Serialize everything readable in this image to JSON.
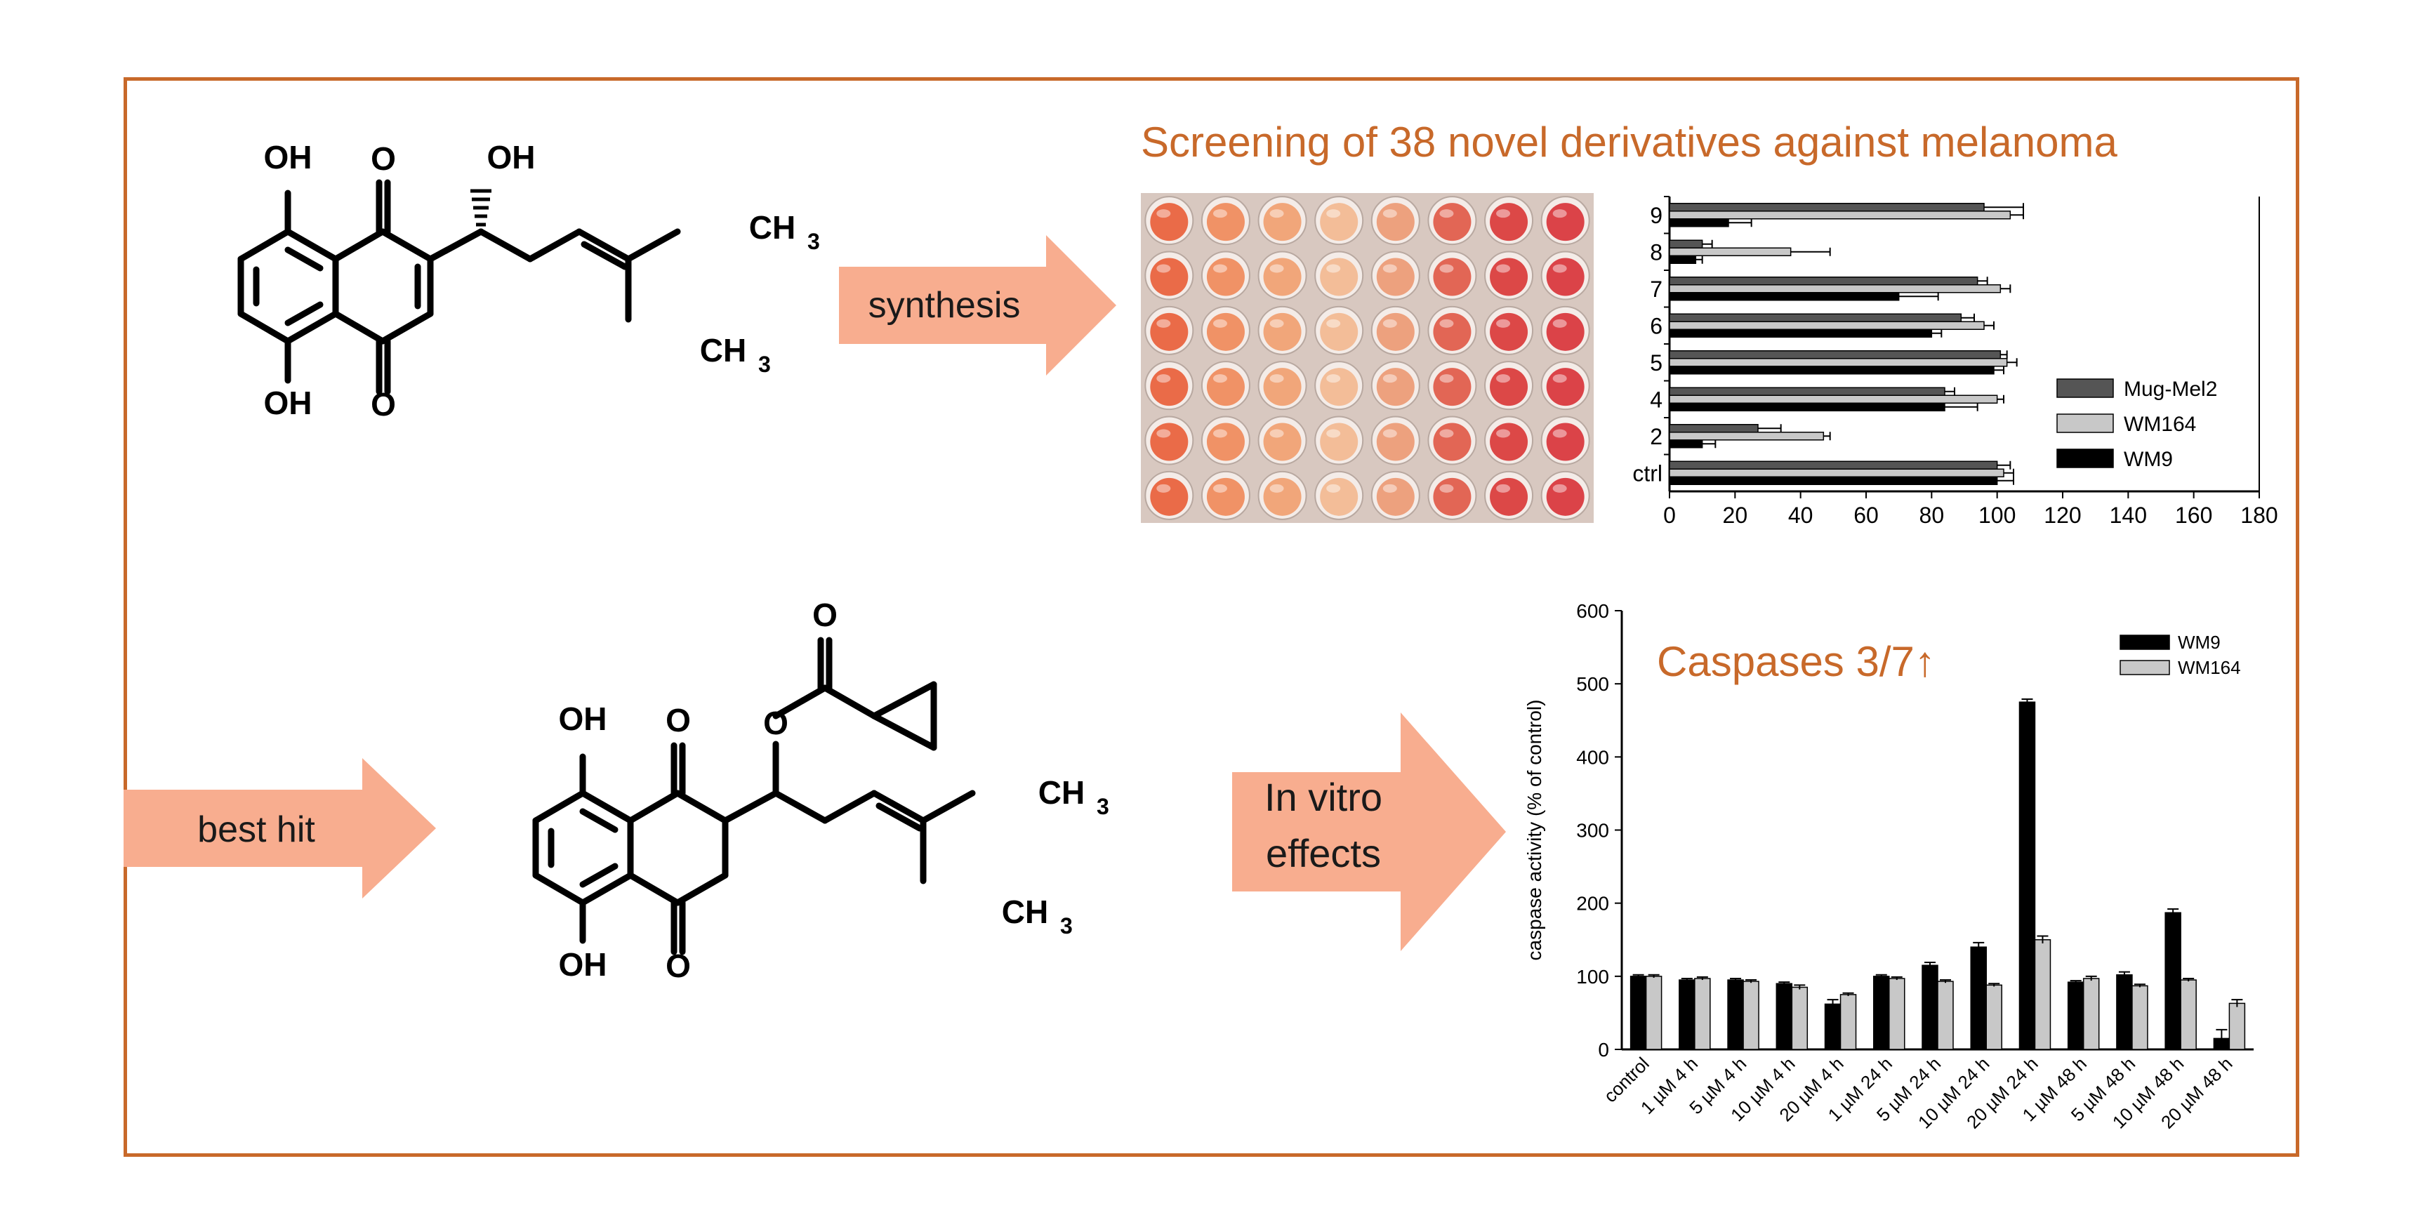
{
  "colors": {
    "frame": "#c8692a",
    "arrow_fill": "#f8ad8f",
    "title": "#c8692a",
    "series_dark": "#555555",
    "series_light": "#c8c8c8",
    "series_black": "#000000"
  },
  "arrows": {
    "synthesis": "synthesis",
    "best_hit": "best hit",
    "in_vitro_line1": "In vitro",
    "in_vitro_line2": "effects"
  },
  "titles": {
    "screening": "Screening of 38 novel derivatives against melanoma",
    "caspases": "Caspases 3/7↑"
  },
  "molecule1": {
    "oh_top_left": "OH",
    "o_top": "O",
    "oh_side": "OH",
    "ch3_a": "CH",
    "ch3_b": "CH",
    "oh_bottom_left": "OH",
    "o_bottom": "O",
    "sub3": "3"
  },
  "molecule2": {
    "o_ester": "O",
    "o_link": "O",
    "oh_top_left": "OH",
    "o_top": "O",
    "ch3_a": "CH",
    "ch3_b": "CH",
    "oh_bottom_left": "OH",
    "o_bottom": "O",
    "sub3": "3"
  },
  "photo": {
    "name": "96-well plate photo"
  },
  "chart_data": [
    {
      "type": "bar",
      "orientation": "horizontal",
      "categories": [
        "9",
        "8",
        "7",
        "6",
        "5",
        "4",
        "2",
        "ctrl"
      ],
      "series": [
        {
          "name": "Mug-Mel2",
          "values": [
            96,
            10,
            94,
            89,
            101,
            84,
            27,
            100
          ],
          "errors": [
            12,
            3,
            3,
            4,
            2,
            3,
            7,
            4
          ]
        },
        {
          "name": "WM164",
          "values": [
            104,
            37,
            101,
            96,
            103,
            100,
            47,
            102
          ],
          "errors": [
            4,
            12,
            3,
            3,
            3,
            2,
            2,
            3
          ]
        },
        {
          "name": "WM9",
          "values": [
            18,
            8,
            70,
            80,
            99,
            84,
            10,
            100
          ],
          "errors": [
            7,
            2,
            12,
            3,
            3,
            10,
            4,
            5
          ]
        }
      ],
      "xlim": [
        0,
        180
      ],
      "xticks": [
        "0",
        "20",
        "40",
        "60",
        "80",
        "100",
        "120",
        "140",
        "160",
        "180"
      ],
      "legend_position": "right"
    },
    {
      "type": "bar",
      "categories": [
        "control",
        "1 µM 4 h",
        "5 µM 4 h",
        "10 µM 4 h",
        "20 µM 4 h",
        "1 µM 24 h",
        "5 µM 24 h",
        "10 µM 24 h",
        "20 µM 24 h",
        "1 µM 48 h",
        "5 µM 48 h",
        "10 µM 48 h",
        "20 µM 48 h"
      ],
      "series": [
        {
          "name": "WM9",
          "values": [
            100,
            95,
            95,
            90,
            62,
            100,
            115,
            140,
            475,
            92,
            102,
            187,
            15
          ],
          "errors": [
            2,
            2,
            2,
            2,
            6,
            2,
            4,
            6,
            4,
            2,
            4,
            5,
            12
          ]
        },
        {
          "name": "WM164",
          "values": [
            100,
            97,
            93,
            85,
            75,
            97,
            93,
            88,
            150,
            97,
            87,
            95,
            63
          ],
          "errors": [
            2,
            2,
            2,
            3,
            2,
            2,
            2,
            2,
            5,
            3,
            2,
            2,
            5
          ]
        }
      ],
      "ylabel": "caspase activity (% of control)",
      "ylim": [
        0,
        600
      ],
      "yticks": [
        "0",
        "100",
        "200",
        "300",
        "400",
        "500",
        "600"
      ],
      "legend_position": "top-right"
    }
  ]
}
